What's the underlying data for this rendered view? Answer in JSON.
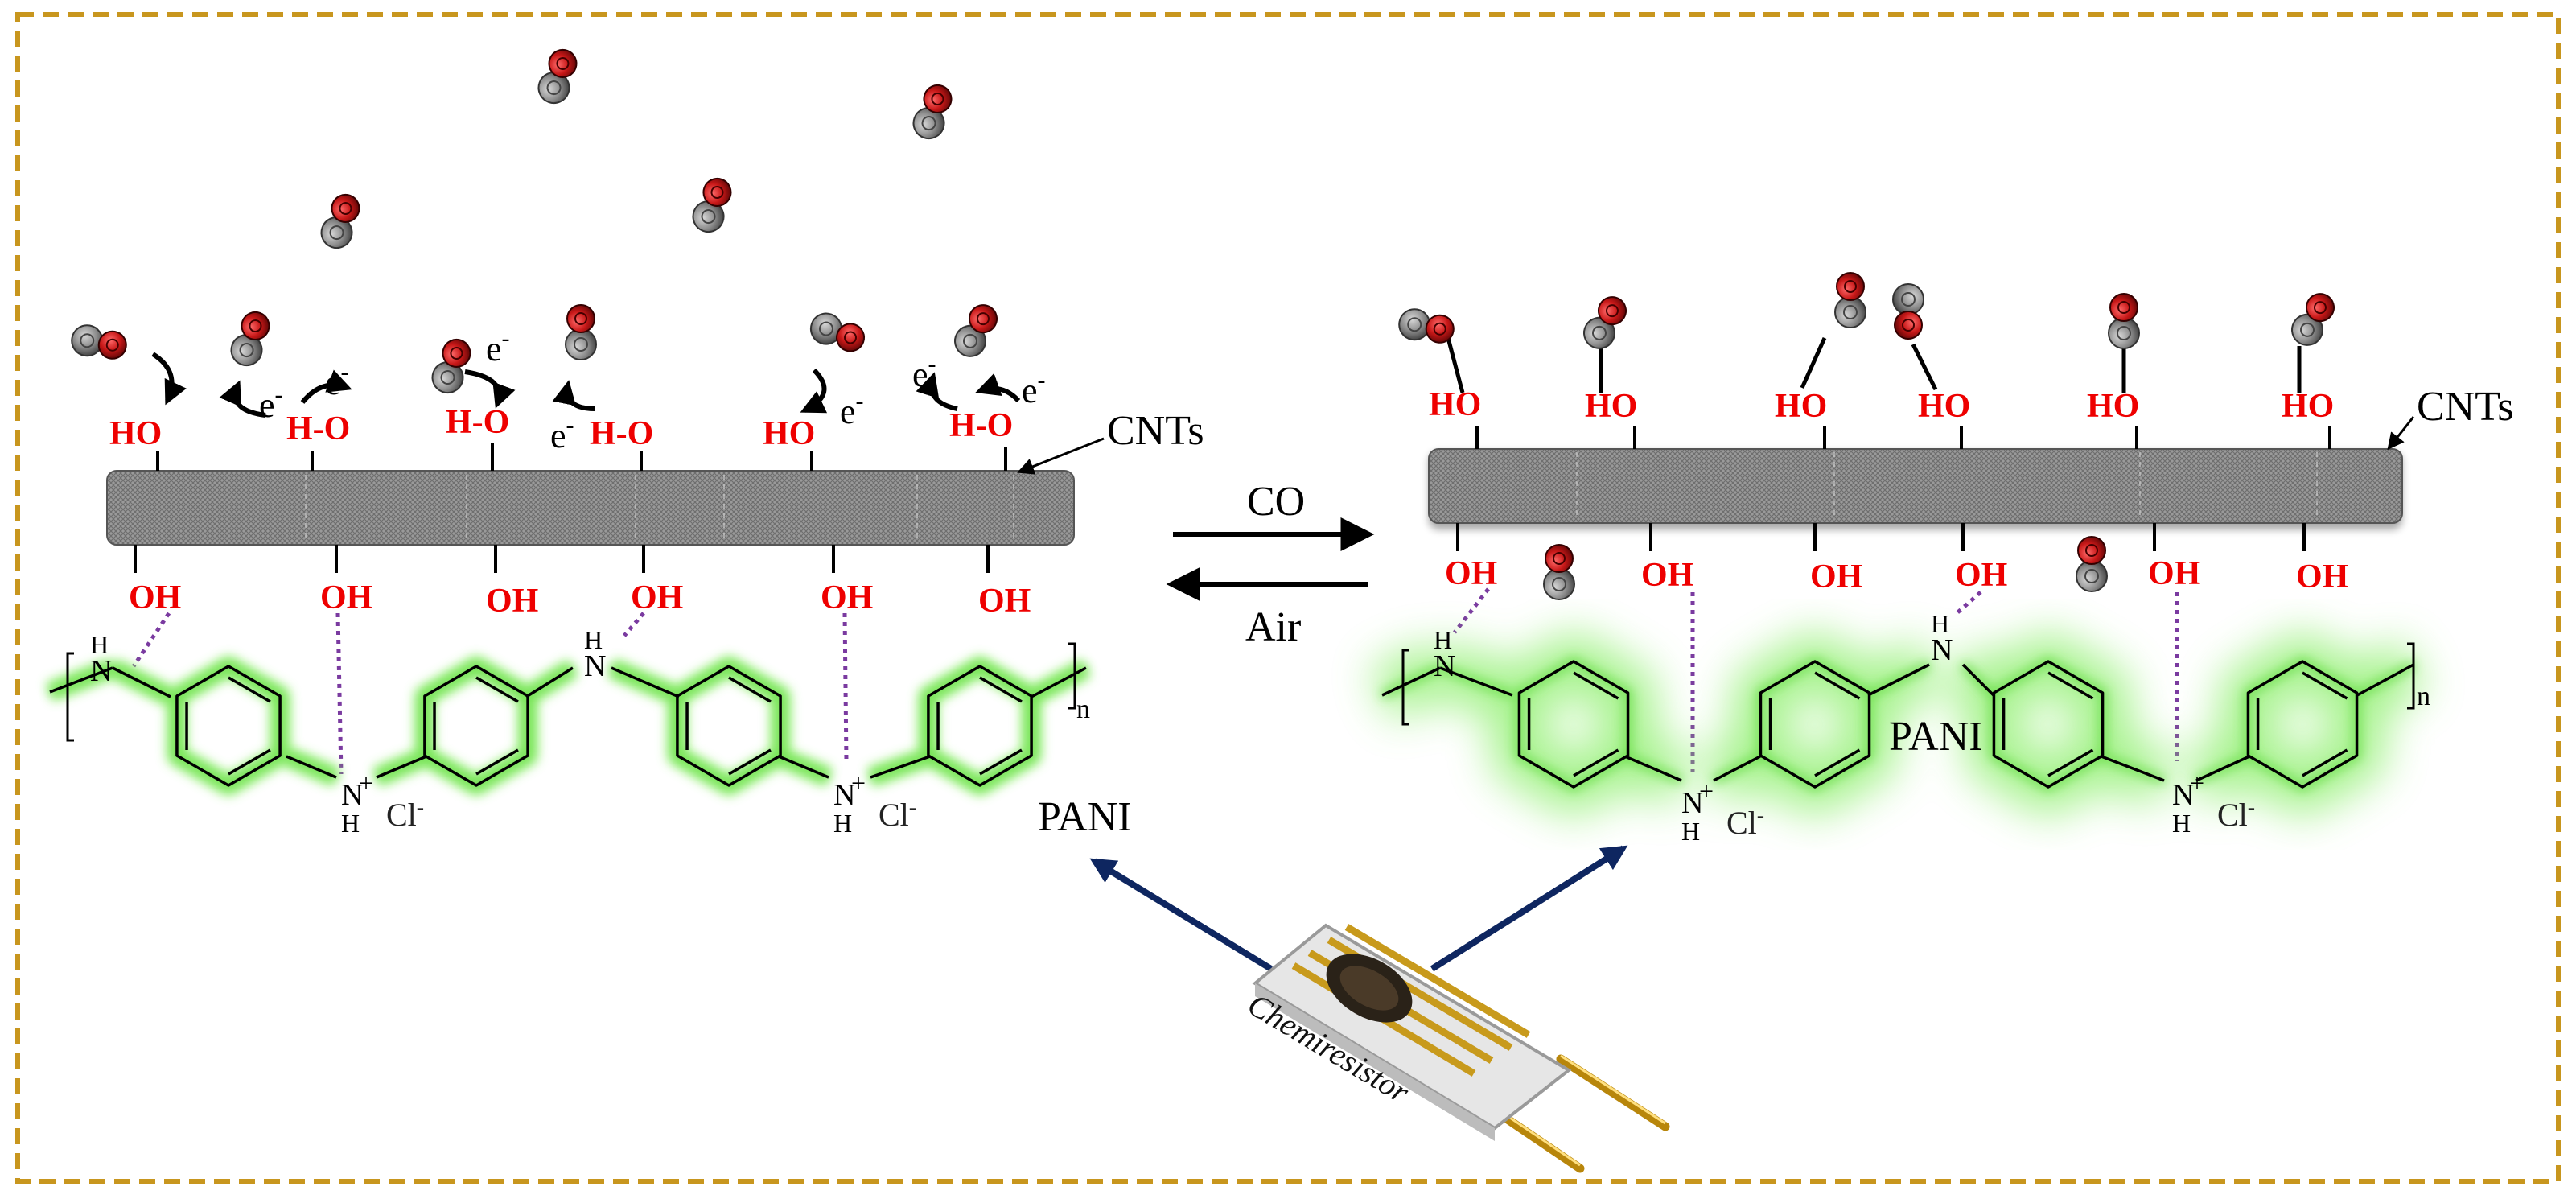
{
  "labels": {
    "cnts_left": "CNTs",
    "cnts_right": "CNTs",
    "pani_left": "PANI",
    "pani_right": "PANI",
    "forward_gas": "CO",
    "reverse_gas": "Air",
    "device": "Chemiresistor",
    "ho": "HO",
    "oh": "OH",
    "h_o": "H-O",
    "electron": "e",
    "minus": "-",
    "chloride": "Cl",
    "n_atom": "N",
    "h_atom": "H",
    "plus": "+",
    "repeat_n": "n"
  },
  "colors": {
    "frame": "#c8961e",
    "oxygen_text": "#ee0000",
    "polymer_glow": "#88ee66",
    "hbond": "#7a3aa0",
    "device_arrow": "#0e2660",
    "cnt_fill": "#8c8c8c",
    "co_carbon": "#7f7f7f",
    "co_oxygen": "#cc1111"
  }
}
